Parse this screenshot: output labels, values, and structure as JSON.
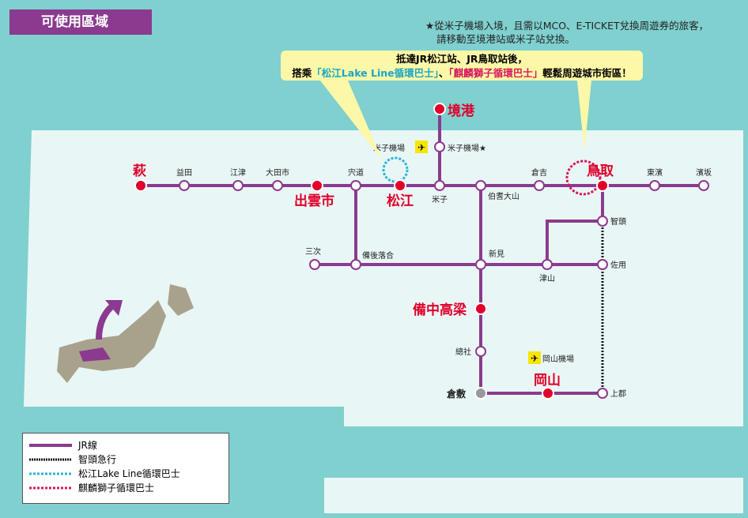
{
  "title": "可使用區域",
  "note": {
    "line1": "★從米子機場入境，且需以MCO、E-TICKET兌換周遊券的旅客，",
    "line2": "請移動至境港站或米子站兌換。"
  },
  "callout": {
    "line1": "抵達JR松江站、JR鳥取站後，",
    "pre": "搭乘",
    "q1o": "「",
    "bus1": "松江Lake Line循環巴士",
    "q1c": "」",
    "sep": "、",
    "q2o": "「",
    "bus2": "麒麟獅子循環巴士",
    "q2c": "」",
    "post": "輕鬆周遊城市街區！"
  },
  "stations": {
    "hagi": "萩",
    "masuda": "益田",
    "gotsu": "江津",
    "oda": "大田市",
    "izumo": "出雲市",
    "shinji": "宍道",
    "matsue": "松江",
    "yonago": "米子",
    "hoki": "伯耆大山",
    "kurayoshi": "倉吉",
    "tottori": "鳥取",
    "higashihama": "東濱",
    "hamasaka": "濱坂",
    "sakaiminato": "境港",
    "yonago_airport_st": "米子機場★",
    "yonago_airport": "米子機場",
    "miyoshi": "三次",
    "bingo": "備後落合",
    "niimi": "新見",
    "tsuyama": "津山",
    "sayo": "佐用",
    "chizu": "智頭",
    "takahashi": "備中高梁",
    "soja": "總社",
    "kurashiki": "倉敷",
    "okayama": "岡山",
    "okayama_airport": "岡山機場",
    "kamigori": "上郡"
  },
  "legend": [
    {
      "label": "JR線"
    },
    {
      "label": "智頭急行"
    },
    {
      "label": "松江Lake Line循環巴士"
    },
    {
      "label": "麒麟獅子循環巴士"
    }
  ],
  "colors": {
    "jr": "#8b3a8f",
    "chizu": "#111111",
    "lake": "#29b6d6",
    "kirin": "#d6185e",
    "sea": "#7fd0cf",
    "land": "#e9f6f6",
    "major": "#e0002a"
  }
}
